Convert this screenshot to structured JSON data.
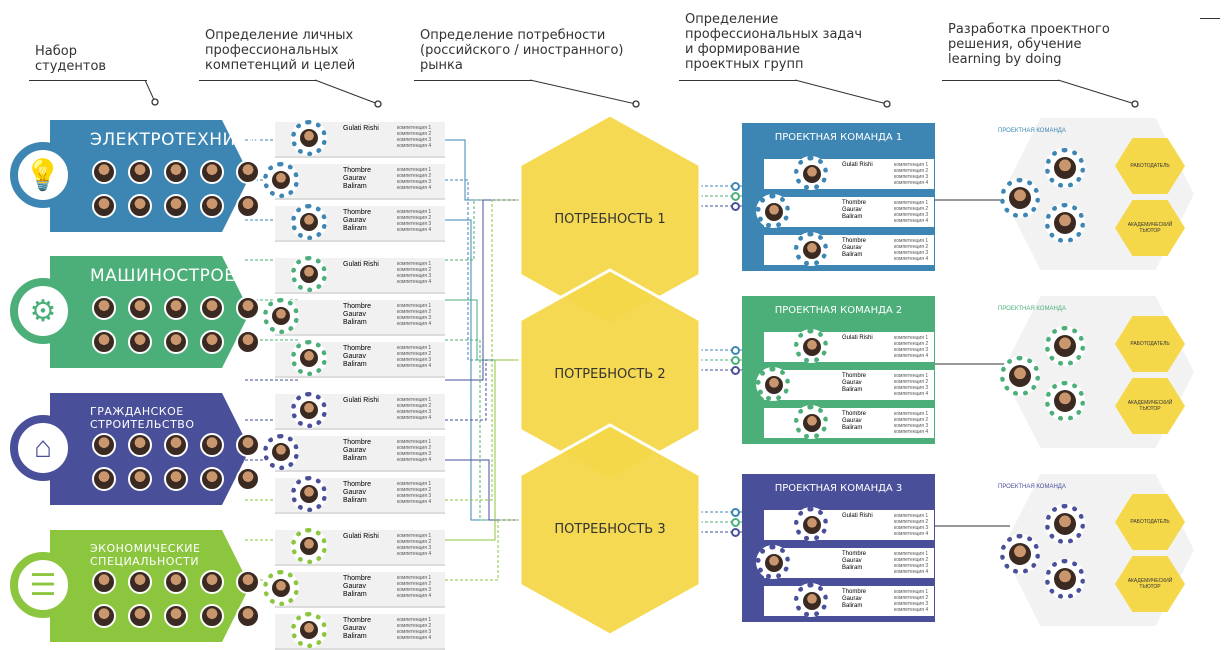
{
  "headers": [
    {
      "text": "Набор\nстудентов"
    },
    {
      "text": "Определение личных\nпрофессиональных\nкомпетенций и целей"
    },
    {
      "text": "Определение потребности\n(российского / иностранного)\nрынка"
    },
    {
      "text": "Определение\nпрофессиональных задач\nи формирование\nпроектных групп"
    },
    {
      "text": "Разработка проектного\nрешения, обучение\nlearning by doing"
    }
  ],
  "departments": [
    {
      "title": "ЭЛЕКТРОТЕХНИКА",
      "color": "#3d86b4",
      "icon": "lightbulb-icon",
      "glyph": "💡"
    },
    {
      "title": "МАШИНОСТРОЕНИЕ",
      "color": "#4caf7a",
      "icon": "gears-icon",
      "glyph": "⚙"
    },
    {
      "title": "ГРАЖДАНСКОЕ СТРОИТЕЛЬСТВО",
      "color": "#4a4f9a",
      "icon": "house-icon",
      "glyph": "⌂"
    },
    {
      "title": "ЭКОНОМИЧЕСКИЕ СПЕЦИАЛЬНОСТИ",
      "color": "#8cc63f",
      "icon": "coins-icon",
      "glyph": "☰"
    }
  ],
  "student": {
    "first": "Gulati Rishi",
    "other": "Thombre\nGaurav\nBaliram",
    "competencies": [
      "компетенция 1",
      "компетенция 2",
      "компетенция 3",
      "компетенция 4"
    ]
  },
  "needs": [
    "ПОТРЕБНОСТЬ 1",
    "ПОТРЕБНОСТЬ 2",
    "ПОТРЕБНОСТЬ 3"
  ],
  "teams": [
    {
      "title": "ПРОЕКТНАЯ КОМАНДА 1",
      "color": "#3d86b4"
    },
    {
      "title": "ПРОЕКТНАЯ КОМАНДА 2",
      "color": "#4caf7a"
    },
    {
      "title": "ПРОЕКТНАЯ КОМАНДА 3",
      "color": "#4a4f9a"
    }
  ],
  "project_label": "ПРОЕКТНАЯ КОМАНДА",
  "employer": "РАБОТОДАТЕЛЬ",
  "tutor": "АКАДЕМИЧЕСКИЙ\nТЬЮТОР"
}
